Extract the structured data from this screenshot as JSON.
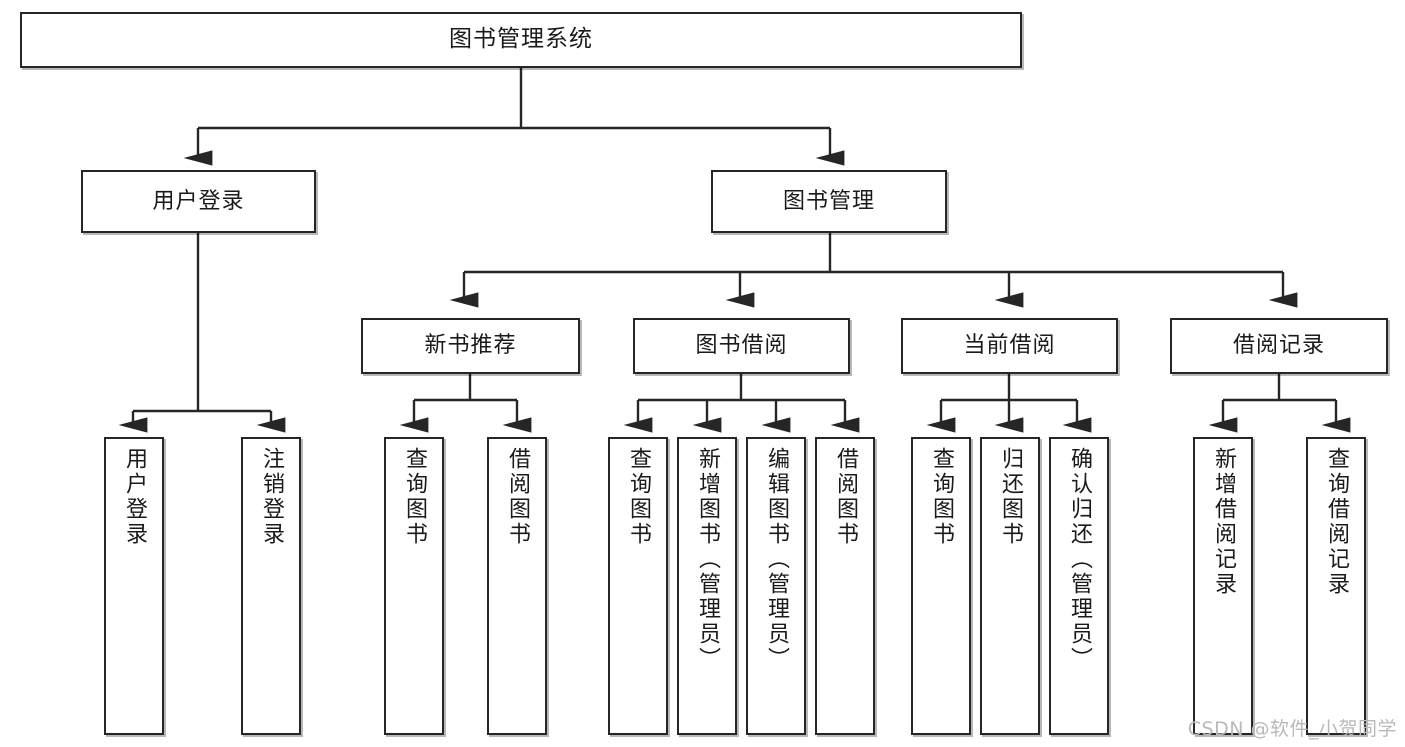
{
  "diagram": {
    "title": "图书管理系统",
    "type": "tree-hierarchy",
    "watermark": "CSDN @软件_小贺同学",
    "colors": {
      "node_border": "#262626",
      "node_fill": "#ffffff",
      "edge": "#262626",
      "text": "#1a1a1a",
      "background": "#ffffff",
      "watermark": "#b9b9b9"
    }
  },
  "nodes": {
    "root": {
      "label": "图书管理系统",
      "orientation": "horizontal",
      "level": 1
    },
    "user_login": {
      "label": "用户登录",
      "orientation": "horizontal",
      "level": 2
    },
    "book_manage": {
      "label": "图书管理",
      "orientation": "horizontal",
      "level": 2
    },
    "new_book_rec": {
      "label": "新书推荐",
      "orientation": "horizontal",
      "level": 3
    },
    "book_borrow": {
      "label": "图书借阅",
      "orientation": "horizontal",
      "level": 3
    },
    "current_borrow": {
      "label": "当前借阅",
      "orientation": "horizontal",
      "level": 3
    },
    "borrow_record": {
      "label": "借阅记录",
      "orientation": "horizontal",
      "level": 3
    },
    "leaf_user_login": {
      "label": "用户登录",
      "orientation": "vertical",
      "level": 3
    },
    "leaf_logout": {
      "label": "注销登录",
      "orientation": "vertical",
      "level": 3
    },
    "leaf_query_book_1": {
      "label": "查询图书",
      "orientation": "vertical",
      "level": 4
    },
    "leaf_borrow_book_1": {
      "label": "借阅图书",
      "orientation": "vertical",
      "level": 4
    },
    "leaf_query_book_2": {
      "label": "查询图书",
      "orientation": "vertical",
      "level": 4
    },
    "leaf_add_book": {
      "label": "新增图书（管理员）",
      "orientation": "vertical",
      "level": 4
    },
    "leaf_edit_book": {
      "label": "编辑图书（管理员）",
      "orientation": "vertical",
      "level": 4
    },
    "leaf_borrow_book_2": {
      "label": "借阅图书",
      "orientation": "vertical",
      "level": 4
    },
    "leaf_query_book_3": {
      "label": "查询图书",
      "orientation": "vertical",
      "level": 4
    },
    "leaf_return_book": {
      "label": "归还图书",
      "orientation": "vertical",
      "level": 4
    },
    "leaf_confirm_return": {
      "label": "确认归还（管理员）",
      "orientation": "vertical",
      "level": 4
    },
    "leaf_add_record": {
      "label": "新增借阅记录",
      "orientation": "vertical",
      "level": 4
    },
    "leaf_query_record": {
      "label": "查询借阅记录",
      "orientation": "vertical",
      "level": 4
    }
  },
  "edges": [
    {
      "from": "root",
      "to": "user_login"
    },
    {
      "from": "root",
      "to": "book_manage"
    },
    {
      "from": "user_login",
      "to": "leaf_user_login"
    },
    {
      "from": "user_login",
      "to": "leaf_logout"
    },
    {
      "from": "book_manage",
      "to": "new_book_rec"
    },
    {
      "from": "book_manage",
      "to": "book_borrow"
    },
    {
      "from": "book_manage",
      "to": "current_borrow"
    },
    {
      "from": "book_manage",
      "to": "borrow_record"
    },
    {
      "from": "new_book_rec",
      "to": "leaf_query_book_1"
    },
    {
      "from": "new_book_rec",
      "to": "leaf_borrow_book_1"
    },
    {
      "from": "book_borrow",
      "to": "leaf_query_book_2"
    },
    {
      "from": "book_borrow",
      "to": "leaf_add_book"
    },
    {
      "from": "book_borrow",
      "to": "leaf_edit_book"
    },
    {
      "from": "book_borrow",
      "to": "leaf_borrow_book_2"
    },
    {
      "from": "current_borrow",
      "to": "leaf_query_book_3"
    },
    {
      "from": "current_borrow",
      "to": "leaf_return_book"
    },
    {
      "from": "current_borrow",
      "to": "leaf_confirm_return"
    },
    {
      "from": "borrow_record",
      "to": "leaf_add_record"
    },
    {
      "from": "borrow_record",
      "to": "leaf_query_record"
    }
  ]
}
